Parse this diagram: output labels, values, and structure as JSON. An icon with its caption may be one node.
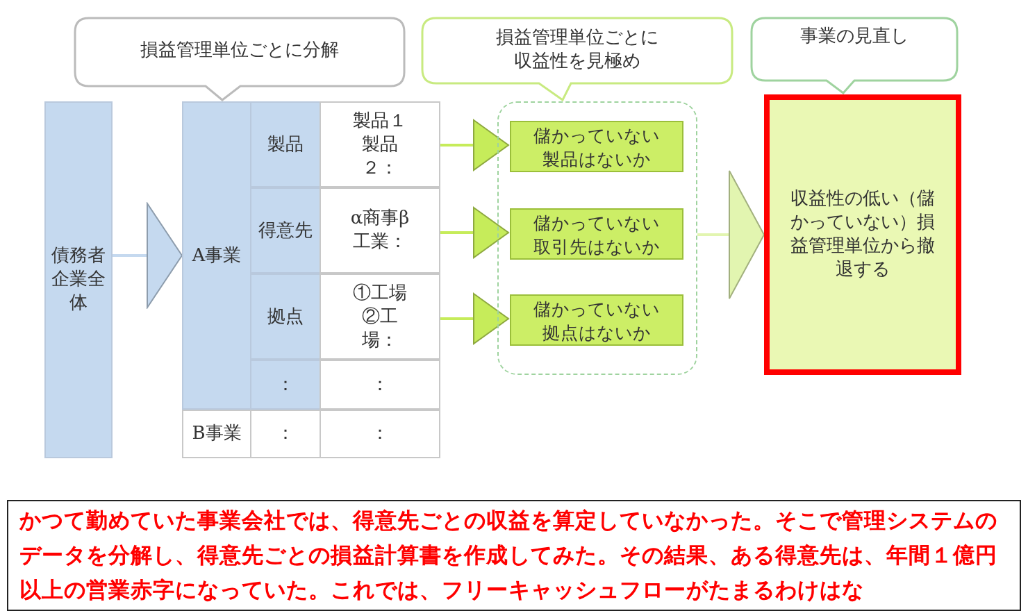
{
  "diagram": {
    "nodes": [
      {
        "text": [
          "損益管理単位ごとに分解"
        ]
      },
      {
        "text": [
          "損益管理単位ごとに収益性を見極め"
        ]
      },
      {
        "text": [
          "事業の見直し"
        ]
      },
      {
        "text": [
          "債務者企業全体"
        ]
      },
      {
        "text": [
          "A事業"
        ]
      },
      {
        "text": [
          "製品"
        ]
      },
      {
        "text": [
          "製品１製品２："
        ]
      },
      {
        "text": [
          "得意先"
        ]
      },
      {
        "text": [
          "α商事β工業："
        ]
      },
      {
        "text": [
          "拠点"
        ]
      },
      {
        "text": [
          "①工場②工場："
        ]
      },
      {
        "text": [
          "："
        ]
      },
      {
        "text": [
          "："
        ]
      },
      {
        "text": [
          "B事業"
        ]
      },
      {
        "text": [
          "："
        ]
      },
      {
        "text": [
          "："
        ]
      },
      {
        "text": [],
        "shape": "box"
      },
      {
        "text": [
          "儲かっていない製品はないか"
        ],
        "in": 16
      },
      {
        "text": [
          "儲かっていない取引先はないか"
        ],
        "in": 16
      },
      {
        "text": [
          "儲かっていない拠点はないか"
        ],
        "in": 16
      },
      {
        "text": [
          "収益性の低い（儲かっていない）損益管理単位から撤退する"
        ]
      },
      {
        "text": [
          "かつて勤めていた事業会社では、得意先ごとの収益を算定していなかった。そこで管理システムのデータを分解し、得意先ごとの損益計算書を作成してみた。その結果、ある得意先は、年間１億円以上の営業赤字になっていた。これでは、フリーキャッシュフローがたまるわけはな"
        ]
      }
    ],
    "edges": [
      {
        "from": 3,
        "to": 4,
        "arrow": "to",
        "color": "#c5d9ef"
      },
      {
        "from": 6,
        "to": 17,
        "arrow": "to"
      },
      {
        "from": 8,
        "to": 18,
        "arrow": "to"
      },
      {
        "from": 10,
        "to": 19,
        "arrow": "to"
      },
      {
        "from": 16,
        "to": 20,
        "arrow": "to",
        "color": "#e2f5b0"
      }
    ]
  }
}
